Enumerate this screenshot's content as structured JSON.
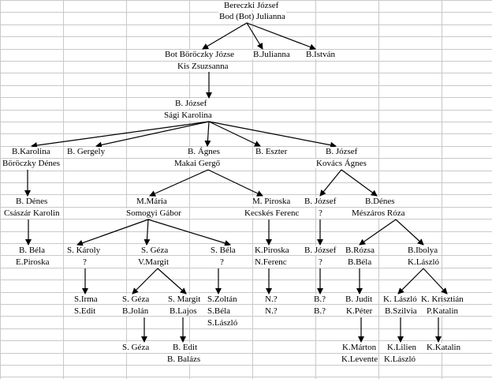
{
  "sheet": {
    "gridline_color": "#c9c9c9",
    "text_color": "#000000",
    "line_color": "#000000"
  },
  "tree": {
    "root_line1": "Bereczki József",
    "root_line2": "Bod (Bot) Julianna",
    "g1_botb_line1": "Bot Böröczky Józse",
    "g1_botb_line2": "Kis Zsuzsanna",
    "g1_bjulianna": "B.Julianna",
    "g1_bistvan": "B.István",
    "g2_bjozsef_line1": "B. József",
    "g2_bjozsef_line2": "Sági Karolina",
    "g3_bkarolina_line1": "B.Karolina",
    "g3_bkarolina_line2": "Böröczky Dénes",
    "g3_bgergely": "B. Gergely",
    "g3_bagnes_line1": "B. Ágnes",
    "g3_bagnes_line2": "Makai Gergő",
    "g3_beszter": "B. Eszter",
    "g3_bjozsef_line1": "B. József",
    "g3_bjozsef_line2": "Kovács Ágnes",
    "g4_bdenes_line1": "B. Dénes",
    "g4_bdenes_line2": "Császár Karolin",
    "g4_mmaria_line1": "M.Mária",
    "g4_mmaria_line2": "Somogyi Gábor",
    "g4_mpiroska_line1": "M. Piroska",
    "g4_mpiroska_line2": "Kecskés Ferenc",
    "g4_bjozsef_line1": "B. József",
    "g4_bjozsef_line2": "?",
    "g4_bdenes2_line1": "B.Dénes",
    "g4_bdenes2_line2": "Mészáros Róza",
    "g5_bbela_line1": "B. Béla",
    "g5_bbela_line2": "E.Piroska",
    "g5_skaroly_line1": "S. Károly",
    "g5_skaroly_line2": "?",
    "g5_sgeza_line1": "S. Géza",
    "g5_sgeza_line2": "V.Margit",
    "g5_sbela_line1": "S. Béla",
    "g5_sbela_line2": "?",
    "g5_kpiroska_line1": "K.Piroska",
    "g5_kpiroska_line2": "N.Ferenc",
    "g5_bjozsef_line1": "B. József",
    "g5_bjozsef_line2": "?",
    "g5_brozsa_line1": "B.Rózsa",
    "g5_brozsa_line2": "B.Béla",
    "g5_bibolya_line1": "B.Ibolya",
    "g5_bibolya_line2": "K.László",
    "g6_sirma_line1": "S.Irma",
    "g6_sirma_line2": "S.Edit",
    "g6_sgeza_line1": "S. Géza",
    "g6_sgeza_line2": "B.Jolán",
    "g6_smargit_line1": "S. Margit",
    "g6_smargit_line2": "B.Lajos",
    "g6_szoltan_line1": "S.Zoltán",
    "g6_szoltan_line2": "S.Béla",
    "g6_szoltan_line3": "S.László",
    "g6_n_line1": "N.?",
    "g6_n_line2": "N.?",
    "g6_b_line1": "B.?",
    "g6_b_line2": "B.?",
    "g6_bjudit_line1": "B. Judit",
    "g6_bjudit_line2": "K.Péter",
    "g6_klaszlo_line1": "K. László",
    "g6_klaszlo_line2": "B.Szilvia",
    "g6_kkrisztian_line1": "K. Krisztián",
    "g6_kkrisztian_line2": "P.Katalin",
    "g7_sgeza": "S. Géza",
    "g7_bedit_line1": "B. Edit",
    "g7_bedit_line2": "B. Balázs",
    "g7_kmarton_line1": "K.Márton",
    "g7_kmarton_line2": "K.Levente",
    "g7_klilien_line1": "K.Lilien",
    "g7_klilien_line2": "K.László",
    "g7_kkatalin": "K.Katalin"
  }
}
